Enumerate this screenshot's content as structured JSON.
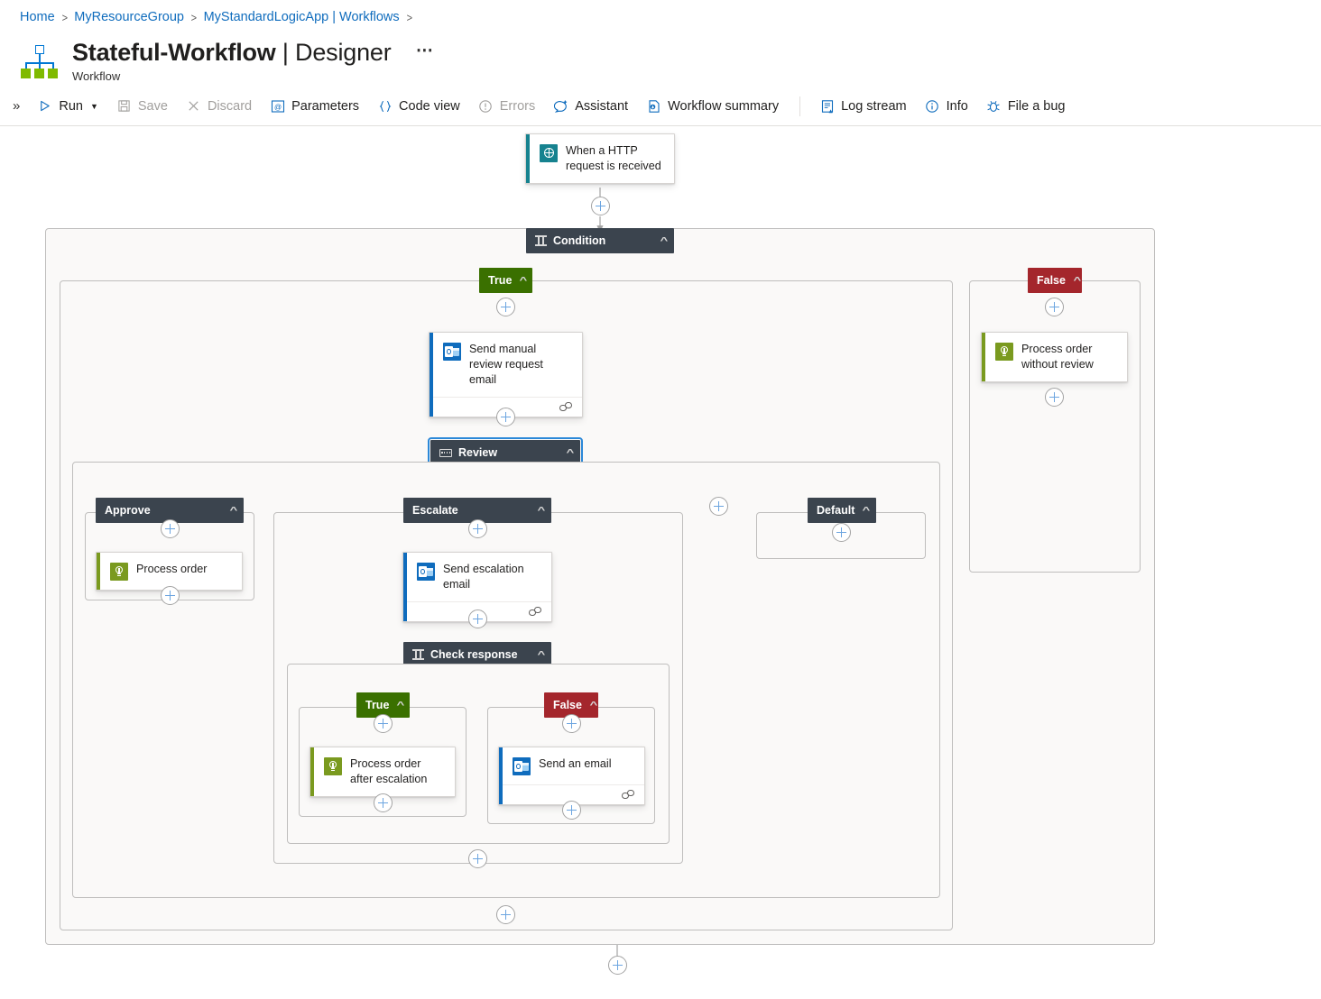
{
  "breadcrumb": {
    "items": [
      "Home",
      "MyResourceGroup",
      "MyStandardLogicApp | Workflows"
    ],
    "separator": ">"
  },
  "header": {
    "title": "Stateful-Workflow",
    "title_suffix": "| Designer",
    "ellipsis": "⋯",
    "subtitle": "Workflow",
    "logo_icon": "workflow-logo-icon"
  },
  "toolbar": {
    "collapse_icon": "double-chevron-right-icon",
    "items": [
      {
        "label": "Run",
        "icon": "play-icon",
        "disabled": false,
        "has_caret": true
      },
      {
        "label": "Save",
        "icon": "save-icon",
        "disabled": true,
        "has_caret": false
      },
      {
        "label": "Discard",
        "icon": "close-icon",
        "disabled": true,
        "has_caret": false
      },
      {
        "label": "Parameters",
        "icon": "parameters-icon",
        "disabled": false,
        "has_caret": false
      },
      {
        "label": "Code view",
        "icon": "code-view-icon",
        "disabled": false,
        "has_caret": false
      },
      {
        "label": "Errors",
        "icon": "errors-icon",
        "disabled": true,
        "has_caret": false
      },
      {
        "label": "Assistant",
        "icon": "assistant-icon",
        "disabled": false,
        "has_caret": false
      },
      {
        "label": "Workflow summary",
        "icon": "workflow-summary-icon",
        "disabled": false,
        "has_caret": false
      }
    ],
    "items_right": [
      {
        "label": "Log stream",
        "icon": "log-stream-icon",
        "disabled": false,
        "has_caret": false
      },
      {
        "label": "Info",
        "icon": "info-icon",
        "disabled": false,
        "has_caret": false
      },
      {
        "label": "File a bug",
        "icon": "bug-icon",
        "disabled": false,
        "has_caret": false
      }
    ]
  },
  "colors": {
    "link": "#0f6cbd",
    "true_branch": "#3a7000",
    "false_branch": "#a4262c",
    "node_header": "#3b444e",
    "selection": "#2b88d8",
    "outlook": "#0f6cbd",
    "request_trigger": "#16828f",
    "process_green": "#7a9a1f",
    "scope_bg": "#faf9f8"
  },
  "designer": {
    "trigger": {
      "label": "When a HTTP request is received",
      "icon": "http-request-icon",
      "accent": "#16828f"
    },
    "condition": {
      "label": "Condition",
      "icon": "condition-icon",
      "branches": {
        "true_label": "True",
        "false_label": "False"
      }
    },
    "true_branch_actions": [
      {
        "label": "Send manual review request email",
        "icon": "outlook-icon",
        "accent": "#0f6cbd",
        "has_connection": true
      }
    ],
    "false_branch_actions": [
      {
        "label": "Process order without review",
        "icon": "process-icon",
        "accent": "#7a9a1f",
        "has_connection": false
      }
    ],
    "switch": {
      "label": "Review",
      "icon": "switch-icon",
      "selected": true,
      "cases": [
        {
          "label": "Approve"
        },
        {
          "label": "Escalate"
        },
        {
          "label": "Default"
        }
      ]
    },
    "approve_actions": [
      {
        "label": "Process order",
        "icon": "process-icon",
        "accent": "#7a9a1f",
        "has_connection": false
      }
    ],
    "escalate_actions": [
      {
        "label": "Send escalation email",
        "icon": "outlook-icon",
        "accent": "#0f6cbd",
        "has_connection": true
      }
    ],
    "nested_condition": {
      "label": "Check response",
      "icon": "condition-icon",
      "true_label": "True",
      "false_label": "False"
    },
    "nested_true_actions": [
      {
        "label": "Process order after escalation",
        "icon": "process-icon",
        "accent": "#7a9a1f",
        "has_connection": false
      }
    ],
    "nested_false_actions": [
      {
        "label": "Send an email",
        "icon": "outlook-icon",
        "accent": "#0f6cbd",
        "has_connection": true
      }
    ],
    "collapse_caret": "＾"
  }
}
